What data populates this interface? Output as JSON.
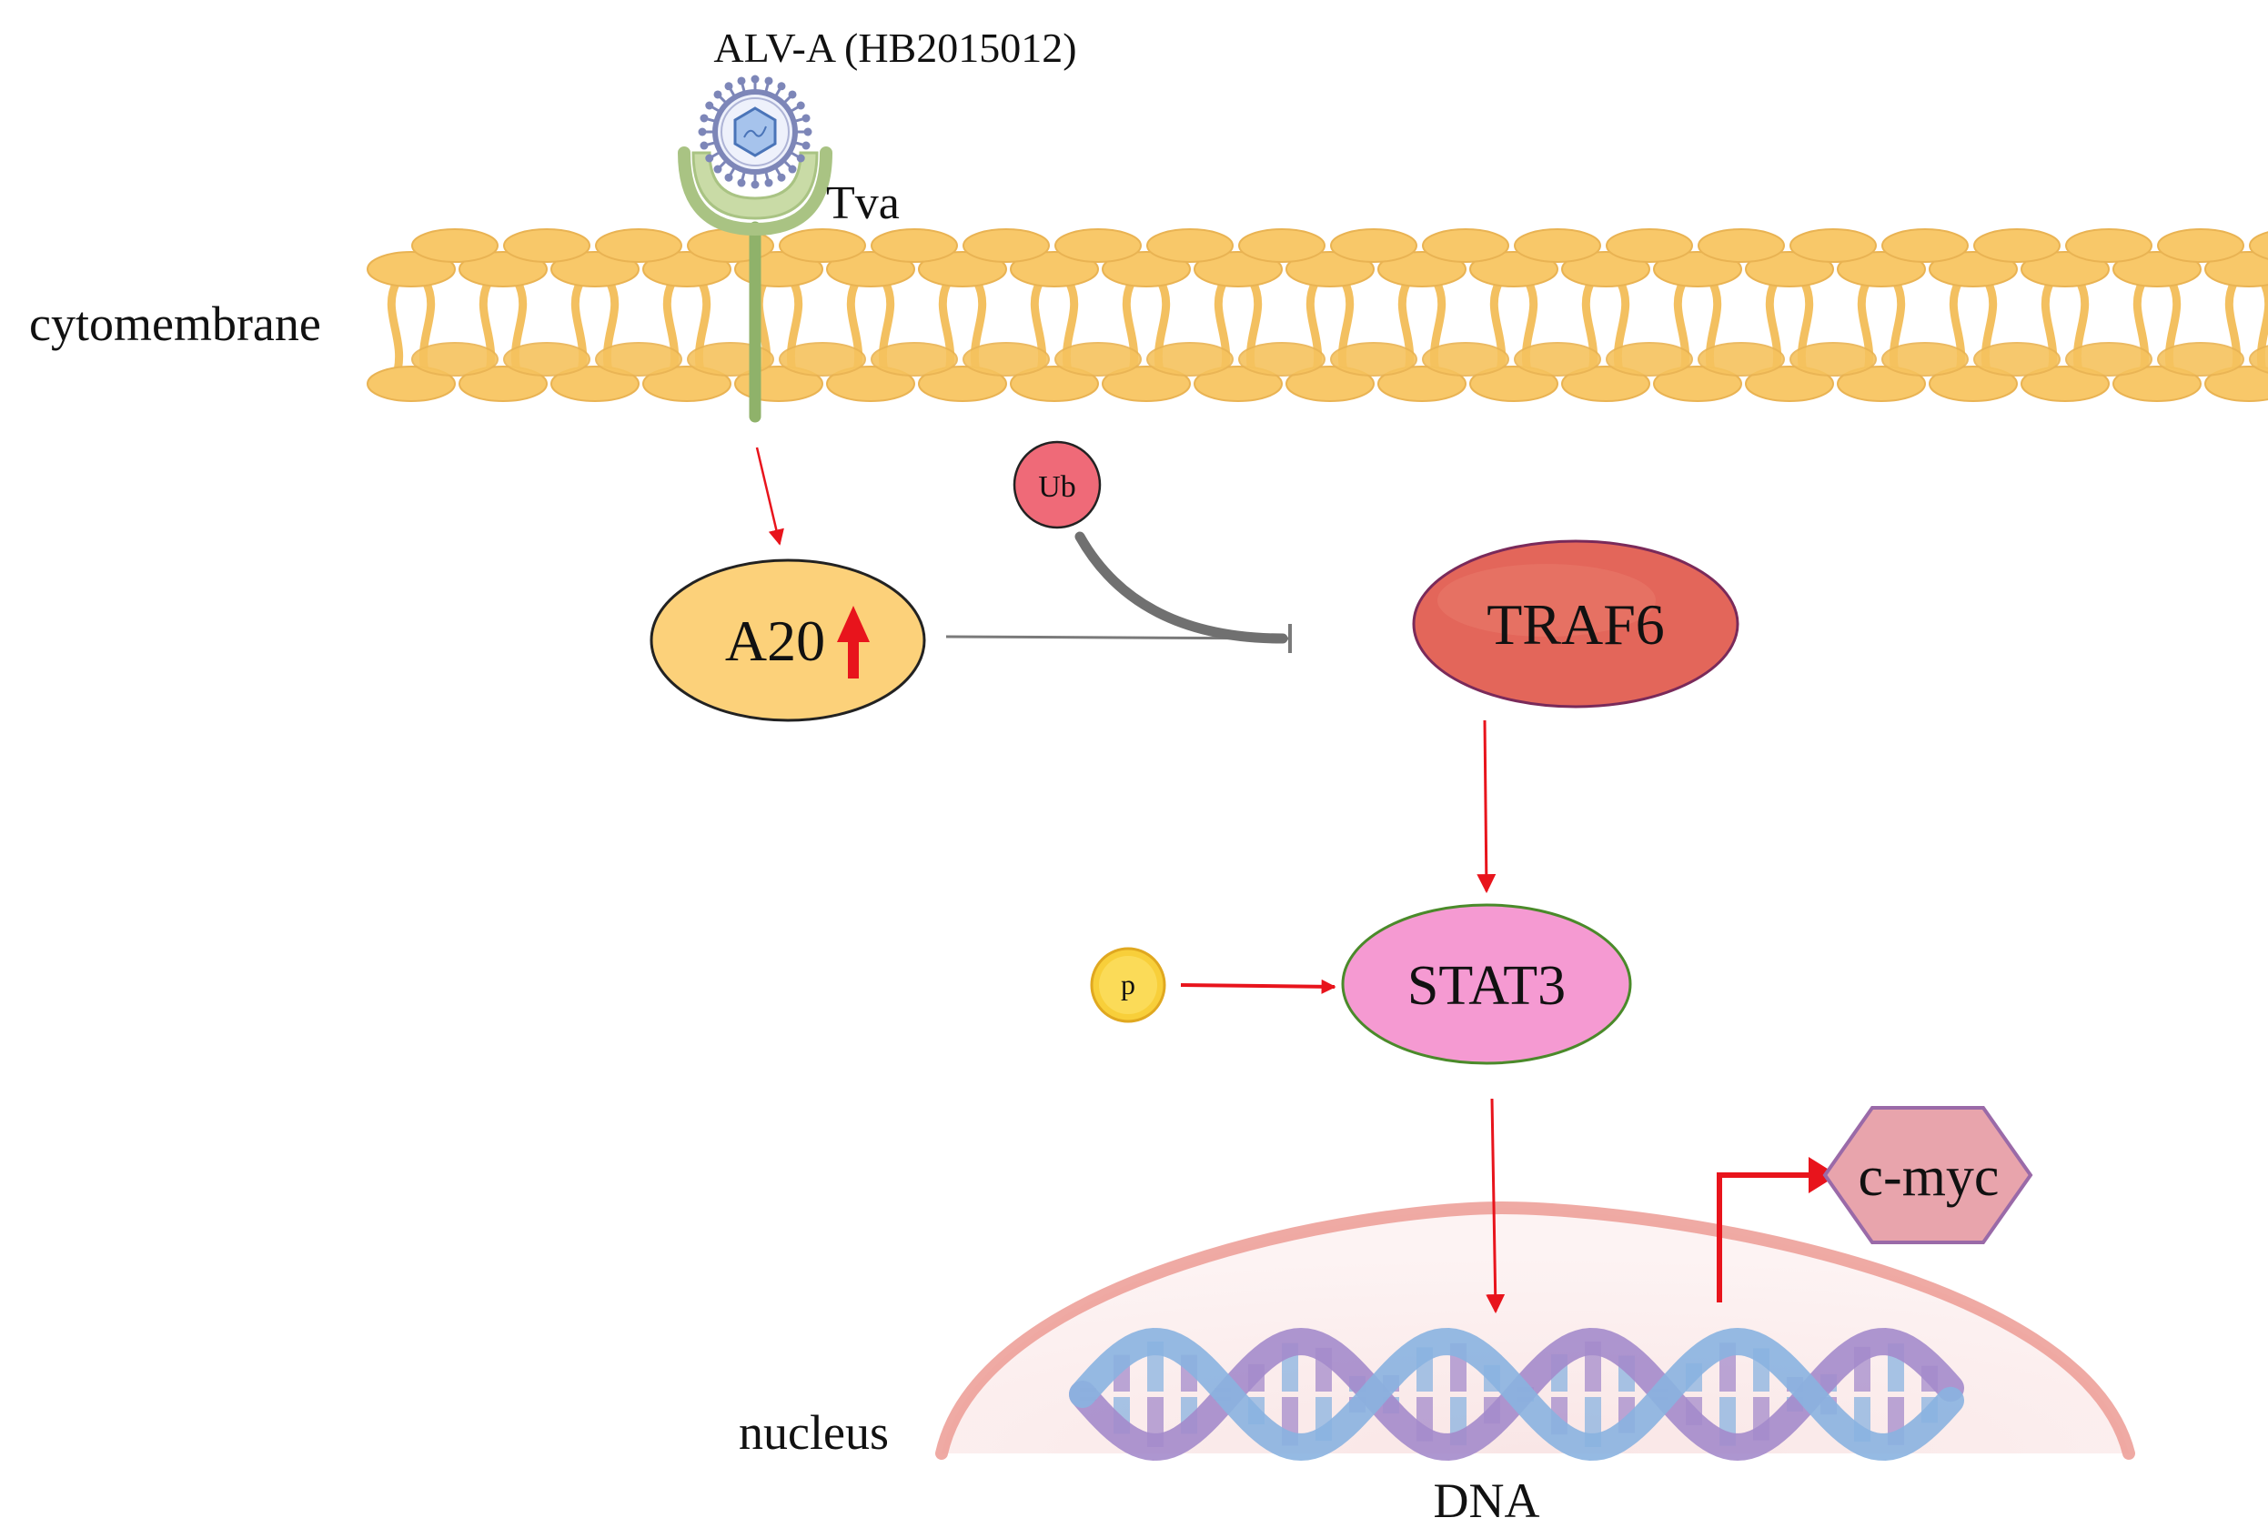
{
  "labels": {
    "virus": "ALV-A (HB2015012)",
    "receptor": "Tva",
    "membrane": "cytomembrane",
    "nucleus": "nucleus",
    "dna": "DNA"
  },
  "nodes": {
    "a20": "A20",
    "traf6": "TRAF6",
    "stat3": "STAT3",
    "ub": "Ub",
    "p": "p",
    "cmyc": "c-myc"
  },
  "colors": {
    "lipid": "#f8c869",
    "lipid_tail": "#f3c060",
    "receptor": "#8fb26a",
    "virus": "#7d86b8",
    "a20": "#fcd17a",
    "traf6": "#e3665a",
    "stat3": "#f59ad2",
    "stat3_border": "#4a8a2a",
    "ub": "#ef6a78",
    "p": "#f8cf3a",
    "cmyc": "#e8a4ac",
    "cmyc_border": "#9a6aa8",
    "nucleus": "#fbecec",
    "nucleus_border": "#ec9b94",
    "activation_arrow": "#e8141c",
    "inhibition": "#777777",
    "dna_purple": "#a48bcb",
    "dna_blue": "#8ab3e0"
  },
  "icons": {
    "virus": "virus-particle-icon",
    "receptor": "tva-receptor-icon",
    "up_arrow": "upregulation-arrow-icon"
  }
}
